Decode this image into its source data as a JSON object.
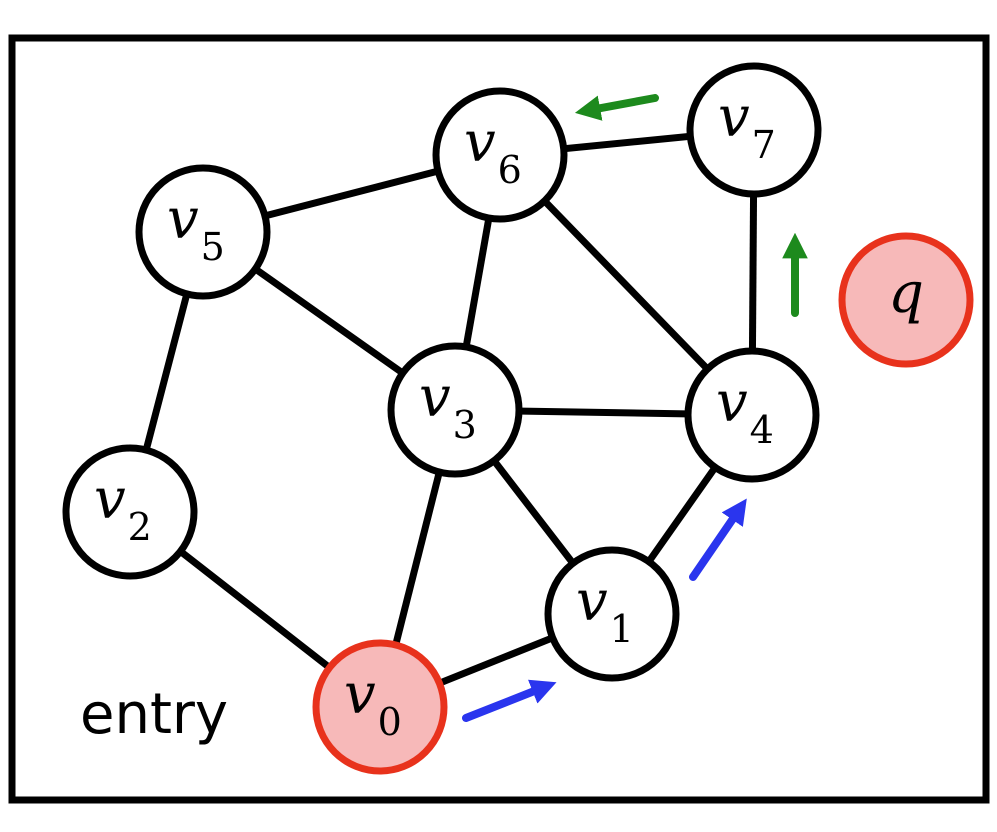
{
  "entry_label": "entry",
  "colors": {
    "highlight_fill": "#f7b9b9",
    "highlight_stroke": "#e8321c",
    "normal_fill": "#ffffff",
    "normal_stroke": "#000000",
    "blue_arrow": "#2a35ee",
    "green_arrow": "#1d8a1d"
  },
  "nodes": [
    {
      "id": "v0",
      "base": "v",
      "sub": "0",
      "highlight": true
    },
    {
      "id": "v1",
      "base": "v",
      "sub": "1",
      "highlight": false
    },
    {
      "id": "v2",
      "base": "v",
      "sub": "2",
      "highlight": false
    },
    {
      "id": "v3",
      "base": "v",
      "sub": "3",
      "highlight": false
    },
    {
      "id": "v4",
      "base": "v",
      "sub": "4",
      "highlight": false
    },
    {
      "id": "v5",
      "base": "v",
      "sub": "5",
      "highlight": false
    },
    {
      "id": "v6",
      "base": "v",
      "sub": "6",
      "highlight": false
    },
    {
      "id": "v7",
      "base": "v",
      "sub": "7",
      "highlight": false
    },
    {
      "id": "q",
      "base": "q",
      "sub": "",
      "highlight": true
    }
  ],
  "edges": [
    [
      "v0",
      "v2"
    ],
    [
      "v0",
      "v3"
    ],
    [
      "v0",
      "v1"
    ],
    [
      "v2",
      "v5"
    ],
    [
      "v5",
      "v3"
    ],
    [
      "v5",
      "v6"
    ],
    [
      "v3",
      "v6"
    ],
    [
      "v3",
      "v4"
    ],
    [
      "v3",
      "v1"
    ],
    [
      "v1",
      "v4"
    ],
    [
      "v6",
      "v4"
    ],
    [
      "v6",
      "v7"
    ],
    [
      "v7",
      "v4"
    ]
  ],
  "search_path": [
    {
      "from": "v0",
      "to": "v1",
      "color": "blue"
    },
    {
      "from": "v1",
      "to": "v4",
      "color": "blue"
    },
    {
      "from": "v4",
      "to": "v7",
      "color": "green"
    },
    {
      "from": "v7",
      "to": "v6",
      "color": "green"
    }
  ]
}
